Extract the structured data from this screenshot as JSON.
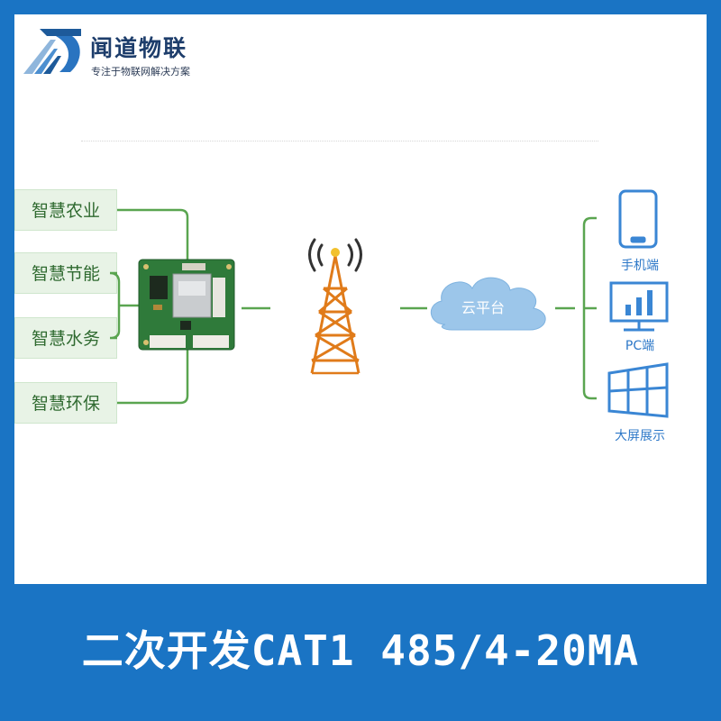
{
  "brand": {
    "name": "闻道物联",
    "tagline": "专注于物联网解决方案"
  },
  "applications": [
    {
      "label": "智慧农业"
    },
    {
      "label": "智慧节能"
    },
    {
      "label": "智慧水务"
    },
    {
      "label": "智慧环保"
    }
  ],
  "cloud": {
    "label": "云平台"
  },
  "devices": [
    {
      "label": "手机端",
      "icon": "phone-icon"
    },
    {
      "label": "PC端",
      "icon": "monitor-icon"
    },
    {
      "label": "大屏展示",
      "icon": "large-screen-icon"
    }
  ],
  "banner": {
    "title": "二次开发CAT1 485/4-20MA"
  },
  "colors": {
    "banner_bg": "#1a74c4",
    "green_line": "#5aa550",
    "app_box_bg": "#e8f3e6",
    "app_text": "#2f6a30",
    "device_blue": "#3a86d4",
    "tower_orange": "#e07b1a"
  }
}
